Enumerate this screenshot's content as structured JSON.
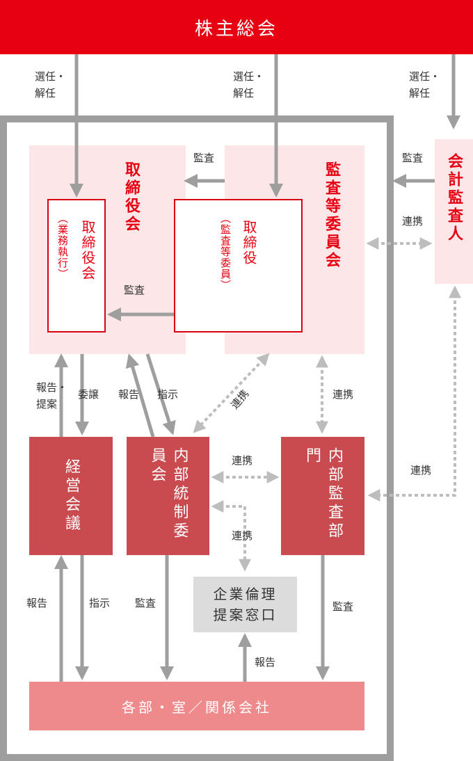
{
  "top": {
    "title": "株主総会"
  },
  "labels": {
    "elect_dismiss": "選任・\n解任",
    "audit": "監査",
    "cooperation": "連携",
    "report_proposal": "報告・\n提案",
    "delegation": "委譲",
    "report": "報告",
    "instruction": "指示"
  },
  "board": {
    "title": "取締役会",
    "exec_box": "取締役会",
    "exec_sub": "（業務執行）"
  },
  "audit_committee": {
    "title": "監査等委員会",
    "director_box": "取締役",
    "director_sub": "（監査等委員）"
  },
  "accounting_auditor": {
    "title": "会計監査人"
  },
  "management_meeting": {
    "title": "経営会議"
  },
  "internal_control": {
    "title": "内部統制委員会"
  },
  "internal_audit": {
    "title": "内部監査部門"
  },
  "ethics": {
    "line1": "企業倫理",
    "line2": "提案窓口"
  },
  "bottom": {
    "title": "各部・室／関係会社"
  },
  "colors": {
    "red": "#e60012",
    "dark_red": "#c94b4f",
    "pink": "#fde6e8",
    "salmon": "#ef8a8c",
    "gray": "#9e9e9e",
    "light_gray": "#dcdcdc"
  }
}
